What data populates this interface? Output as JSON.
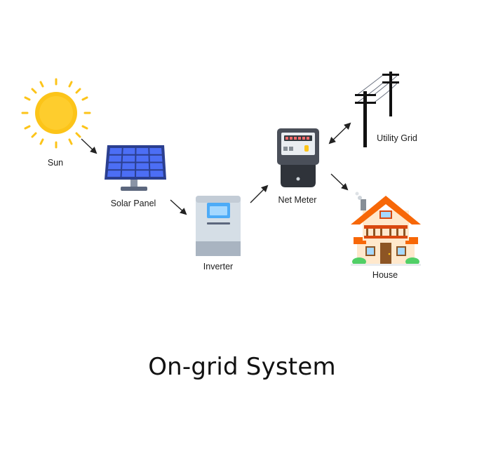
{
  "diagram": {
    "title": "On-grid System",
    "nodes": {
      "sun": {
        "label": "Sun",
        "icon": "sun-icon"
      },
      "solar_panel": {
        "label": "Solar Panel",
        "icon": "solar-panel-icon"
      },
      "inverter": {
        "label": "Inverter",
        "icon": "inverter-icon"
      },
      "net_meter": {
        "label": "Net Meter",
        "icon": "net-meter-icon"
      },
      "utility_grid": {
        "label": "Utility Grid",
        "icon": "utility-pole-icon"
      },
      "house": {
        "label": "House",
        "icon": "house-icon"
      }
    },
    "edges": [
      {
        "from": "sun",
        "to": "solar_panel",
        "direction": "one-way"
      },
      {
        "from": "solar_panel",
        "to": "inverter",
        "direction": "one-way"
      },
      {
        "from": "inverter",
        "to": "net_meter",
        "direction": "one-way"
      },
      {
        "from": "net_meter",
        "to": "utility_grid",
        "direction": "two-way"
      },
      {
        "from": "net_meter",
        "to": "house",
        "direction": "one-way"
      }
    ],
    "colors": {
      "sun": "#fcc419",
      "panel": "#3b5bdb",
      "inverter_body": "#d5dee6",
      "meter_body": "#4a4f59",
      "roof": "#f76707",
      "house_wall": "#ffe8cc",
      "arrow": "#222222"
    }
  }
}
